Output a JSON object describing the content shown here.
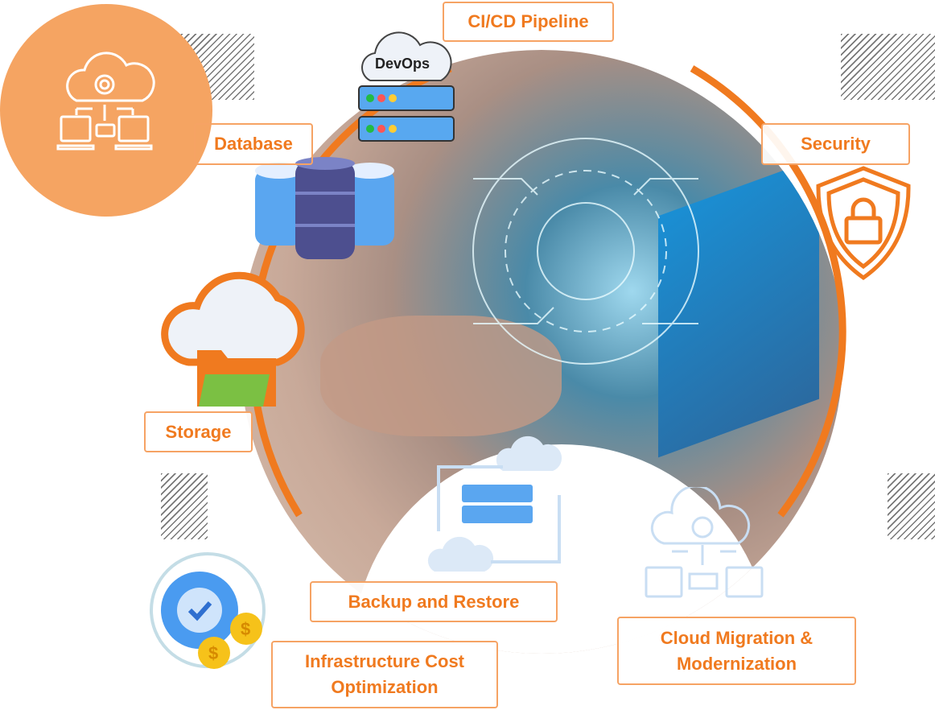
{
  "labels": {
    "cicd": "CI/CD Pipeline",
    "database": "Database",
    "security": "Security",
    "storage": "Storage",
    "backup": "Backup and Restore",
    "infra_cost_line1": "Infrastructure Cost",
    "infra_cost_line2": "Optimization",
    "cloud_migration_line1": "Cloud Migration &",
    "cloud_migration_line2": "Modernization"
  },
  "devops_badge": "DevOps",
  "colors": {
    "accent": "#f07a1f",
    "accent_light": "#f5a462",
    "icon_blue": "#5aa6f0",
    "pale_blue": "#c9def3"
  }
}
